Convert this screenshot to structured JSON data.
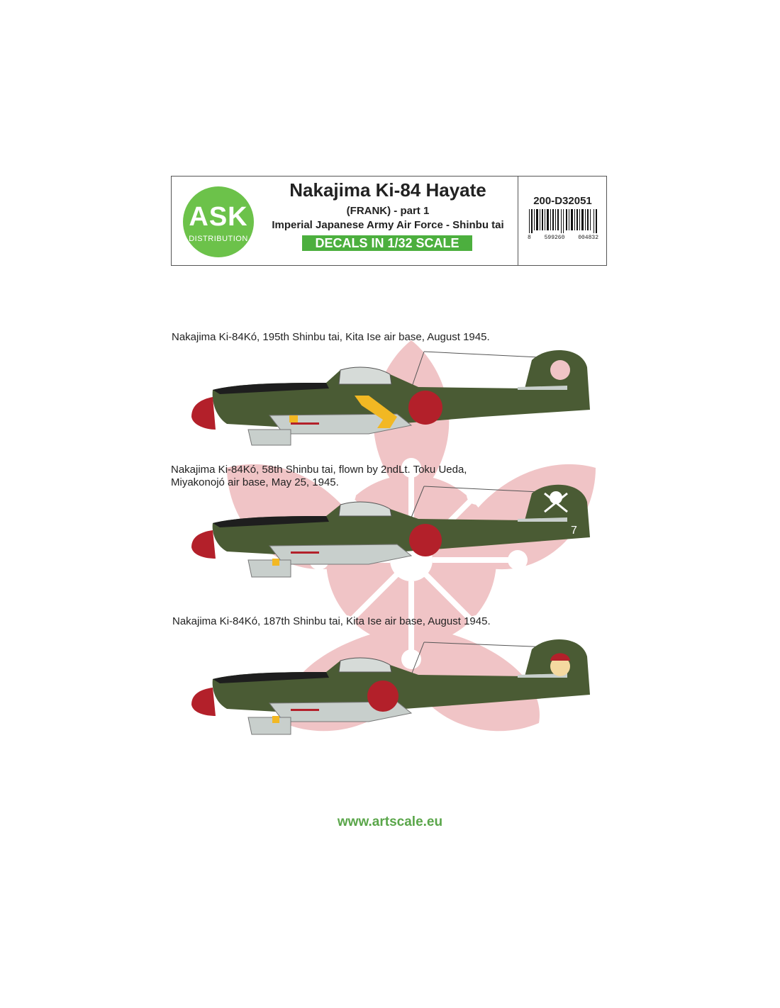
{
  "header": {
    "logo_main": "ASK",
    "logo_sub": "DISTRIBUTION",
    "title": "Nakajima Ki-84 Hayate",
    "subtitle": "(FRANK) - part 1",
    "subtitle2": "Imperial Japanese Army Air Force - Shinbu tai",
    "scale": "DECALS IN 1/32 SCALE",
    "code": "200-D32051",
    "barcode_digits": [
      "8",
      "599260",
      "004832"
    ]
  },
  "aircraft": [
    {
      "caption_lines": [
        "Nakajima Ki-84Kó, 195th Shinbu tai, Kita Ise air base, August 1945."
      ],
      "tail_number": ""
    },
    {
      "caption_lines": [
        "Nakajima Ki-84Kó, 58th Shinbu tai, flown by 2ndLt. Toku Ueda,",
        "Miyakonojó air base, May 25, 1945."
      ],
      "tail_number": "7"
    },
    {
      "caption_lines": [
        "Nakajima Ki-84Kó, 187th Shinbu tai, Kita Ise air base, August 1945."
      ],
      "tail_number": ""
    }
  ],
  "colors": {
    "olive_green": "#4a5b34",
    "hinomaru_red": "#b3202a",
    "logo_green": "#6cc24a",
    "banner_green": "#4caf3e",
    "sakura_pink": "#f0c4c6",
    "light_grey": "#c8cfcc",
    "yellow": "#f2b823"
  },
  "footer": {
    "website": "www.artscale.eu"
  }
}
